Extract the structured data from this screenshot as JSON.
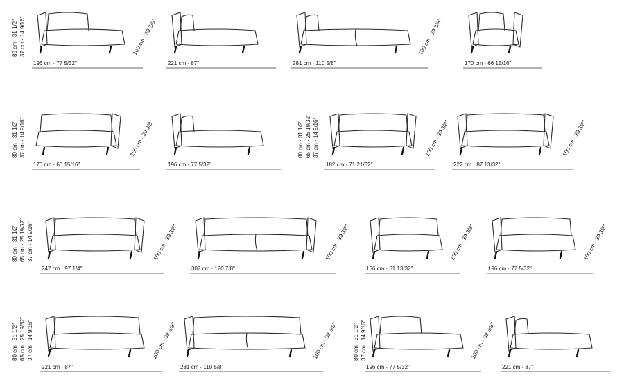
{
  "rows": [
    {
      "heights": [
        "80 cm · 31 1/2\"",
        "37 cm · 14 9/16\""
      ],
      "items": [
        {
          "type": "chaise-left-pillow",
          "width_label": "196 cm · 77 5/32\"",
          "depth_label": "100 cm · 39 3/8\""
        },
        {
          "type": "chaise-left-wide",
          "width_label": "221 cm · 87\"",
          "depth_label": ""
        },
        {
          "type": "sofa-2seat-chaise",
          "width_label": "281 cm · 110 5/8\"",
          "depth_label": "100 cm · 39 3/8\""
        },
        {
          "type": "chaise-compact",
          "width_label": "170 cm · 66 15/16\"",
          "depth_label": ""
        }
      ]
    },
    {
      "heights": [
        "80 cm · 31 1/2\"",
        "37 cm · 14 9/16\""
      ],
      "items": [
        {
          "type": "seat-right-arm",
          "width_label": "170 cm · 66 15/16\"",
          "depth_label": "100 cm · 39 3/8\""
        },
        {
          "type": "chaise-left-open",
          "width_label": "196 cm · 77 5/32\"",
          "depth_label": ""
        }
      ]
    },
    {
      "heights": [
        "80 cm · 31 1/2\"",
        "65 cm · 25 19/32\"",
        "37 cm · 14 9/16\""
      ],
      "items": [
        {
          "type": "sofa-armchair",
          "width_label": "182 cm · 71 21/32\"",
          "depth_label": "100 cm · 39 3/8\""
        },
        {
          "type": "sofa-armchair-wide",
          "width_label": "222 cm · 87 13/32\"",
          "depth_label": "100 cm · 39 3/8\""
        }
      ]
    },
    {
      "heights": [
        "80 cm · 31 1/2\"",
        "65 cm · 25 19/32\"",
        "37 cm · 14 9/16\""
      ],
      "items": [
        {
          "type": "sofa-2arm",
          "width_label": "247 cm · 97 1/4\"",
          "depth_label": "100 cm · 39 3/8\""
        },
        {
          "type": "sofa-3seat",
          "width_label": "307 cm · 120 7/8\"",
          "depth_label": "100 cm · 39 3/8\""
        },
        {
          "type": "seat-left-arm",
          "width_label": "156 cm · 61 13/32\"",
          "depth_label": "100 cm · 39 3/8\""
        },
        {
          "type": "seat-left-arm-wide",
          "width_label": "196 cm · 77 5/32\"",
          "depth_label": "100 cm · 39 3/8\""
        }
      ]
    },
    {
      "heights": [
        "80 cm · 31 1/2\"",
        "65 cm · 25 19/32\"",
        "37 cm · 14 9/16\""
      ],
      "items": [
        {
          "type": "seat-left-arm-long",
          "width_label": "221 cm · 87\"",
          "depth_label": "100 cm · 39 3/8\""
        },
        {
          "type": "sofa-2seat-left-arm",
          "width_label": "281 cm · 110 5/8\"",
          "depth_label": "100 cm · 39 3/8\""
        }
      ]
    },
    {
      "heights": [
        "80 cm · 31 1/2\"",
        "37 cm · 14 9/16\""
      ],
      "items": [
        {
          "type": "chaise-left-pillow",
          "width_label": "196 cm · 77 5/32\"",
          "depth_label": "100 cm · 39 3/8\""
        },
        {
          "type": "chaise-left-wide",
          "width_label": "221 cm · 87\"",
          "depth_label": ""
        }
      ]
    }
  ]
}
